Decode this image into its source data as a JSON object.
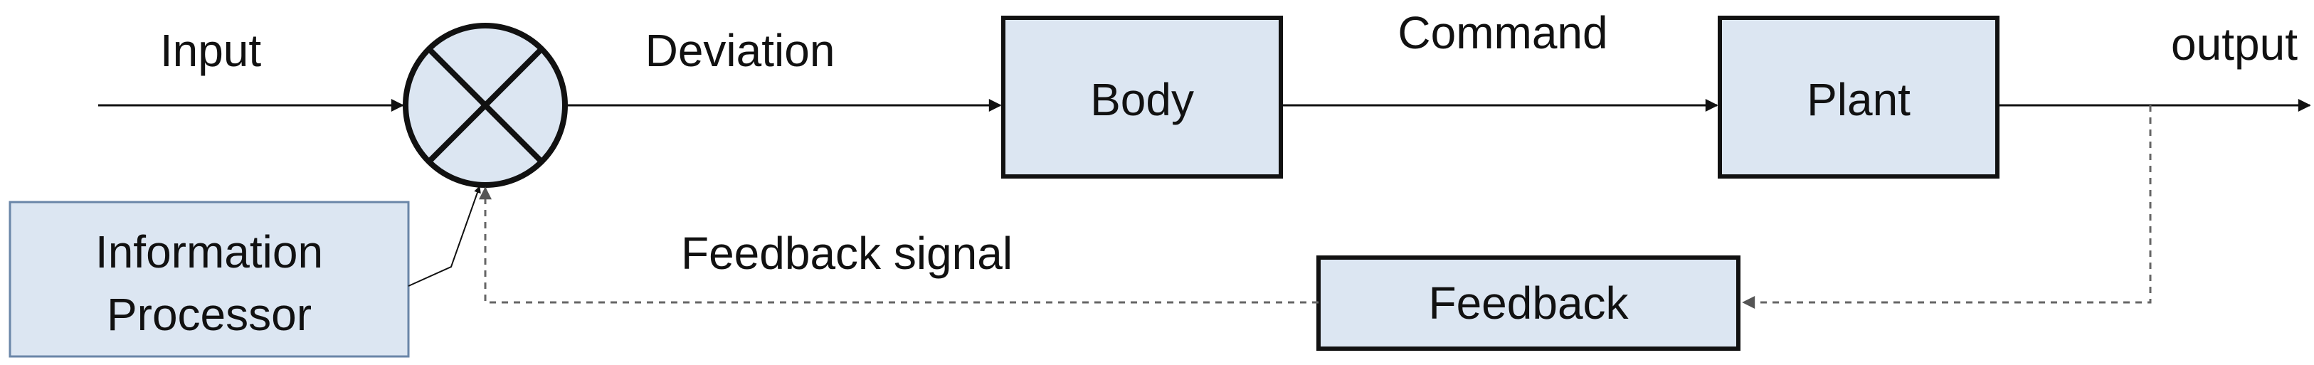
{
  "labels": {
    "input": "Input",
    "deviation": "Deviation",
    "command": "Command",
    "output": "output",
    "feedback_signal": "Feedback signal"
  },
  "blocks": {
    "body": "Body",
    "plant": "Plant",
    "feedback": "Feedback",
    "info_line1": "Information",
    "info_line2": "Processor"
  },
  "colors": {
    "block_fill": "#dce6f2",
    "stroke": "#111111",
    "info_border": "#6a86a8",
    "feedback_line": "#777777"
  }
}
